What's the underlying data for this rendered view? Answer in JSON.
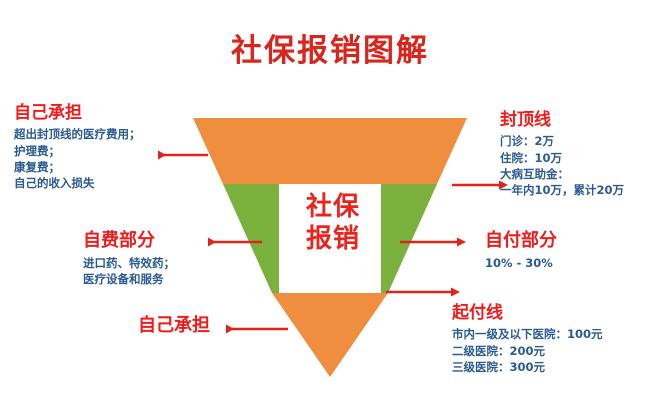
{
  "title": "社保报销图解",
  "center": {
    "line1": "社保",
    "line2": "报销"
  },
  "colors": {
    "title_red": "#d9261c",
    "heading_red": "#ee1c1c",
    "body_blue": "#2a5a92",
    "funnel_orange": "#ef8e3f",
    "funnel_green": "#7ab13c",
    "arrow_red": "#e2231a",
    "background": "#ffffff"
  },
  "labels": {
    "top_left": {
      "heading": "自己承担",
      "lines": [
        "超出封顶线的医疗费用；",
        "护理费；",
        "康复费；",
        "自己的收入损失"
      ]
    },
    "cap_line": {
      "heading": "封顶线",
      "lines": [
        "门诊：2万",
        "住院：10万",
        "大病互助金：",
        "一年内10万，累计20万"
      ]
    },
    "self_pay": {
      "heading": "自费部分",
      "lines": [
        "进口药、特效药；",
        "医疗设备和服务"
      ]
    },
    "copay": {
      "heading": "自付部分",
      "lines": [
        "10% - 30%"
      ]
    },
    "deductible": {
      "heading": "起付线",
      "lines": [
        "市内一级及以下医院：100元",
        "二级医院：200元",
        "三级医院：300元"
      ]
    },
    "bottom_left": {
      "heading": "自己承担",
      "lines": []
    }
  },
  "diagram": {
    "shape": "inverted-funnel",
    "bands": [
      {
        "name": "top-band",
        "color": "#ef8e3f"
      },
      {
        "name": "middle-band",
        "color": "#7ab13c"
      },
      {
        "name": "bottom-triangle",
        "color": "#ef8e3f"
      }
    ],
    "arrows": [
      {
        "name": "arrow-to-top-left",
        "direction": "left"
      },
      {
        "name": "arrow-to-cap-line",
        "direction": "right"
      },
      {
        "name": "arrow-to-self-pay",
        "direction": "left"
      },
      {
        "name": "arrow-to-copay",
        "direction": "right"
      },
      {
        "name": "arrow-to-deductible",
        "direction": "right"
      },
      {
        "name": "arrow-to-bottom-left",
        "direction": "left"
      }
    ]
  }
}
